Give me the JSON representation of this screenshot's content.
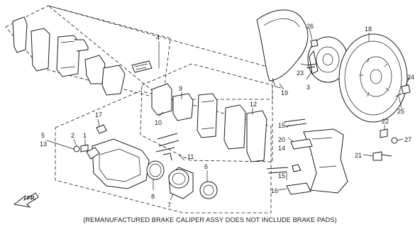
{
  "callouts": {
    "c1": "1",
    "c2": "2",
    "c3": "3",
    "c4": "4",
    "c5": "5",
    "c6": "6",
    "c7": "7",
    "c8": "8",
    "c9": "9",
    "c10": "10",
    "c11": "11",
    "c12": "12",
    "c13": "13",
    "c14": "14",
    "c15a": "15",
    "c15b": "15",
    "c16": "16",
    "c17": "17",
    "c18": "18",
    "c19": "19",
    "c20": "20",
    "c21": "21",
    "c22": "22",
    "c23": "23",
    "c24": "24",
    "c25": "25",
    "c26": "26",
    "c27": "27"
  },
  "direction_label": "FR.",
  "caption": "(REMANUFACTURED BRAKE CALIPER ASSY DOES NOT INCLUDE BRAKE PADS)",
  "colors": {
    "ink": "#1a1a1a",
    "paper": "#ffffff"
  }
}
